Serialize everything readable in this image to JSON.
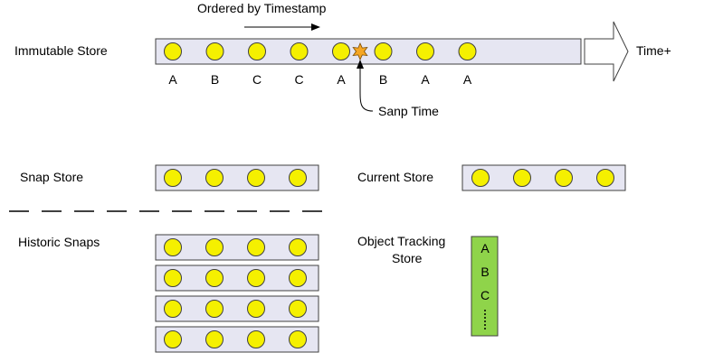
{
  "labels": {
    "ordered_by_timestamp": "Ordered by Timestamp",
    "immutable_store": "Immutable Store",
    "time_plus": "Time+",
    "snap_time": "Sanp Time",
    "snap_store": "Snap Store",
    "current_store": "Current Store",
    "historic_snaps": "Historic Snaps",
    "object_tracking_store_line1": "Object Tracking",
    "object_tracking_store_line2": "Store"
  },
  "immutable_store": {
    "objects": [
      "A",
      "B",
      "C",
      "C",
      "A",
      "B",
      "A",
      "A"
    ],
    "snap_after_index": 4
  },
  "snap_store": {
    "object_count": 4
  },
  "current_store": {
    "object_count": 4
  },
  "historic_snaps": {
    "row_count": 4,
    "objects_per_row": 4
  },
  "object_tracking_store": {
    "entries": [
      "A",
      "B",
      "C"
    ]
  },
  "colors": {
    "store_fill": "#e6e6f2",
    "object_fill": "#f5f000",
    "star_fill": "#f5a623",
    "tracking_fill": "#8fd44a",
    "stroke": "#404040"
  }
}
